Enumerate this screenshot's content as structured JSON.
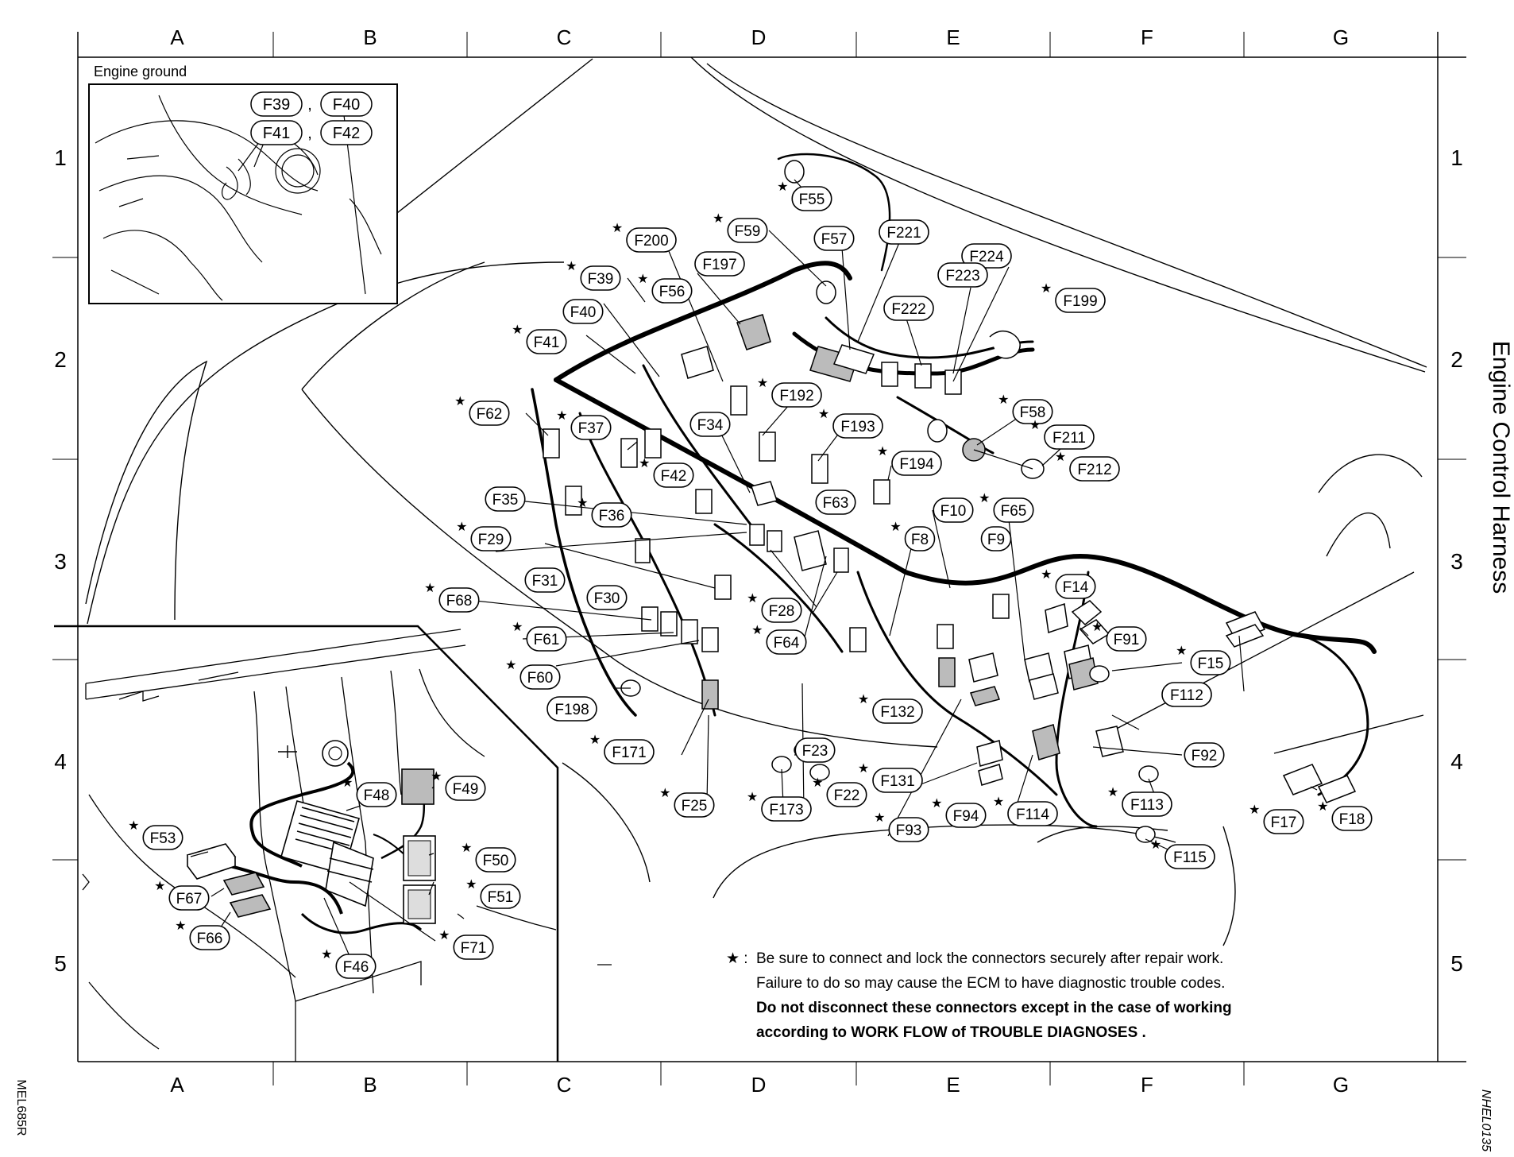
{
  "columns": [
    "A",
    "B",
    "C",
    "D",
    "E",
    "F",
    "G"
  ],
  "rows": [
    "1",
    "2",
    "3",
    "4",
    "5"
  ],
  "inset_title": "Engine ground",
  "inset_connectors": [
    "F39",
    ",",
    "F40",
    "F41",
    ",",
    "F42"
  ],
  "side_title": "Engine Control Harness",
  "code_left": "MEL685R",
  "code_right": "NHEL0135",
  "note": {
    "symbol": "★ :",
    "line1": "Be sure to connect and lock the connectors securely after repair work.",
    "line2": "Failure to do so may cause the ECM to have diagnostic trouble codes.",
    "line3": "Do not disconnect these connectors except in the case of working",
    "line4": "according to WORK FLOW of TROUBLE DIAGNOSES ."
  },
  "connectors": [
    {
      "id": "F55",
      "star": true
    },
    {
      "id": "F59",
      "star": true
    },
    {
      "id": "F200",
      "star": true
    },
    {
      "id": "F57",
      "star": false
    },
    {
      "id": "F221",
      "star": false
    },
    {
      "id": "F224",
      "star": false
    },
    {
      "id": "F197",
      "star": false
    },
    {
      "id": "F39",
      "star": true
    },
    {
      "id": "F223",
      "star": false
    },
    {
      "id": "F56",
      "star": true
    },
    {
      "id": "F222",
      "star": false
    },
    {
      "id": "F199",
      "star": true
    },
    {
      "id": "F40",
      "star": false
    },
    {
      "id": "F41",
      "star": true
    },
    {
      "id": "F192",
      "star": true
    },
    {
      "id": "F62",
      "star": true
    },
    {
      "id": "F58",
      "star": true
    },
    {
      "id": "F37",
      "star": true
    },
    {
      "id": "F34",
      "star": false
    },
    {
      "id": "F193",
      "star": true
    },
    {
      "id": "F211",
      "star": true
    },
    {
      "id": "F212",
      "star": true
    },
    {
      "id": "F42",
      "star": true
    },
    {
      "id": "F194",
      "star": true
    },
    {
      "id": "F35",
      "star": false
    },
    {
      "id": "F36",
      "star": true
    },
    {
      "id": "F63",
      "star": false
    },
    {
      "id": "F10",
      "star": false
    },
    {
      "id": "F65",
      "star": true
    },
    {
      "id": "F29",
      "star": true
    },
    {
      "id": "F8",
      "star": true
    },
    {
      "id": "F9",
      "star": false
    },
    {
      "id": "F31",
      "star": false
    },
    {
      "id": "F14",
      "star": true
    },
    {
      "id": "F68",
      "star": true
    },
    {
      "id": "F30",
      "star": false
    },
    {
      "id": "F28",
      "star": true
    },
    {
      "id": "F61",
      "star": true
    },
    {
      "id": "F64",
      "star": true
    },
    {
      "id": "F91",
      "star": true
    },
    {
      "id": "F60",
      "star": true
    },
    {
      "id": "F15",
      "star": true
    },
    {
      "id": "F198",
      "star": false
    },
    {
      "id": "F112",
      "star": false
    },
    {
      "id": "F132",
      "star": true
    },
    {
      "id": "F171",
      "star": true
    },
    {
      "id": "F23",
      "star": false
    },
    {
      "id": "F92",
      "star": false
    },
    {
      "id": "F131",
      "star": true
    },
    {
      "id": "F25",
      "star": true
    },
    {
      "id": "F173",
      "star": true
    },
    {
      "id": "F22",
      "star": true
    },
    {
      "id": "F94",
      "star": true
    },
    {
      "id": "F114",
      "star": true
    },
    {
      "id": "F113",
      "star": true
    },
    {
      "id": "F17",
      "star": true
    },
    {
      "id": "F18",
      "star": true
    },
    {
      "id": "F93",
      "star": true
    },
    {
      "id": "F115",
      "star": true
    },
    {
      "id": "F48",
      "star": true
    },
    {
      "id": "F49",
      "star": true
    },
    {
      "id": "F53",
      "star": true
    },
    {
      "id": "F50",
      "star": true
    },
    {
      "id": "F67",
      "star": true
    },
    {
      "id": "F51",
      "star": true
    },
    {
      "id": "F66",
      "star": true
    },
    {
      "id": "F71",
      "star": true
    },
    {
      "id": "F46",
      "star": true
    }
  ]
}
